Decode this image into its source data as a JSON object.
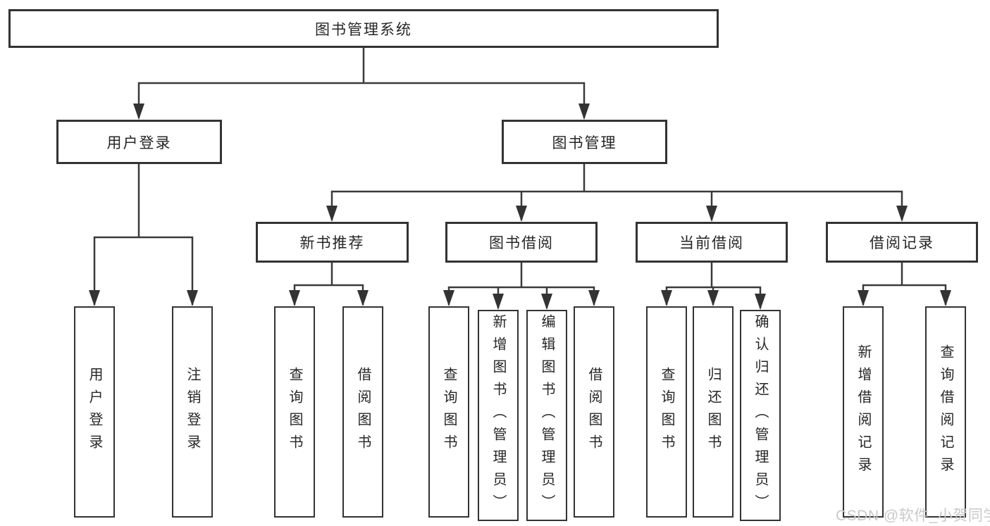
{
  "diagram": {
    "title": "图书管理系统",
    "watermark": "CSDN @软件_小贺同学",
    "colors": {
      "background": "#ffffff",
      "line": "#3a3a3a",
      "box_border": "#333333",
      "text": "#262626",
      "watermark": "#c9c9c9"
    },
    "tree": {
      "label": "图书管理系统",
      "children": [
        {
          "label": "用户登录",
          "children": [
            {
              "label": "用户登录"
            },
            {
              "label": "注销登录"
            }
          ]
        },
        {
          "label": "图书管理",
          "children": [
            {
              "label": "新书推荐",
              "children": [
                {
                  "label": "查询图书"
                },
                {
                  "label": "借阅图书"
                }
              ]
            },
            {
              "label": "图书借阅",
              "children": [
                {
                  "label": "查询图书"
                },
                {
                  "label": "新增图书（管理员）"
                },
                {
                  "label": "编辑图书（管理员）"
                },
                {
                  "label": "借阅图书"
                }
              ]
            },
            {
              "label": "当前借阅",
              "children": [
                {
                  "label": "查询图书"
                },
                {
                  "label": "归还图书"
                },
                {
                  "label": "确认归还（管理员）"
                }
              ]
            },
            {
              "label": "借阅记录",
              "children": [
                {
                  "label": "新增借阅记录"
                },
                {
                  "label": "查询借阅记录"
                }
              ]
            }
          ]
        }
      ]
    }
  }
}
